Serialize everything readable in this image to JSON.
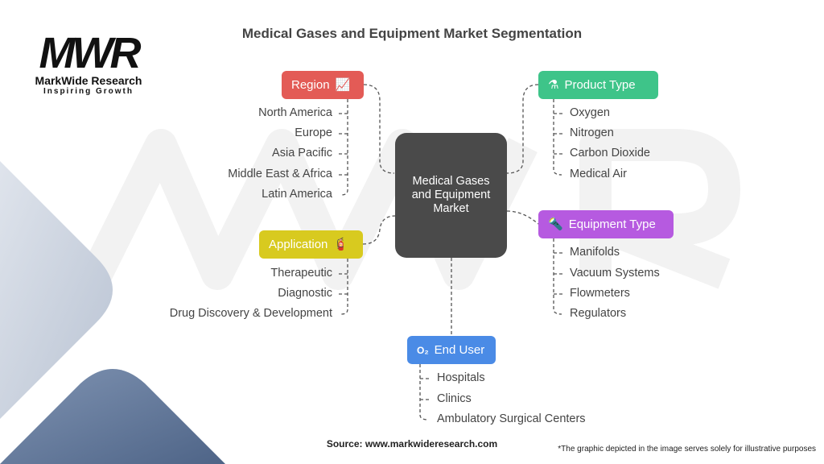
{
  "title": "Medical Gases and Equipment Market Segmentation",
  "logo": {
    "mark": "MWR",
    "name": "MarkWide Research",
    "tagline": "Inspiring Growth"
  },
  "center": "Medical Gases and Equipment Market",
  "colors": {
    "region": "#e35b56",
    "product": "#3ec489",
    "equipment": "#b65ae0",
    "application": "#d8ca1f",
    "end_user": "#4a8be6",
    "center": "#4a4a4a"
  },
  "segments": {
    "region": {
      "label": "Region",
      "icon": "chart-question-icon",
      "items": [
        "North America",
        "Europe",
        "Asia Pacific",
        "Middle East & Africa",
        "Latin America"
      ]
    },
    "product": {
      "label": "Product Type",
      "icon": "gas-cylinder-icon",
      "items": [
        "Oxygen",
        "Nitrogen",
        "Carbon Dioxide",
        "Medical Air"
      ]
    },
    "application": {
      "label": "Application",
      "icon": "spray-icon",
      "items": [
        "Therapeutic",
        "Diagnostic",
        "Drug Discovery & Development"
      ]
    },
    "equipment": {
      "label": "Equipment Type",
      "icon": "funnel-tool-icon",
      "items": [
        "Manifolds",
        "Vacuum Systems",
        "Flowmeters",
        "Regulators"
      ]
    },
    "end_user": {
      "label": "End User",
      "icon": "o2-cylinder-icon",
      "items": [
        "Hospitals",
        "Clinics",
        "Ambulatory Surgical Centers"
      ]
    }
  },
  "source": "Source: www.markwideresearch.com",
  "disclaimer": "*The graphic depicted in the image serves solely for illustrative purposes"
}
